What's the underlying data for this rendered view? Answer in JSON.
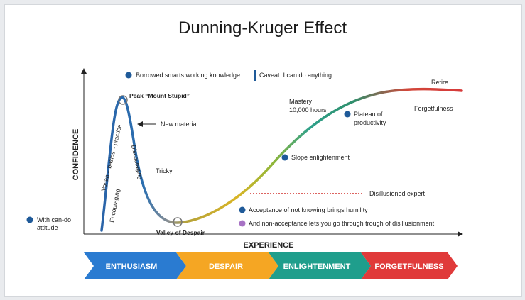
{
  "title": "Dunning-Kruger Effect",
  "axes": {
    "y_label": "CONFIDENCE",
    "x_label": "EXPERIENCE"
  },
  "legend": {
    "borrowed": "Borrowed smarts working knowledge",
    "caveat": "Caveat: I can do anything",
    "acceptance": "Acceptance of not knowing brings humility",
    "non_acceptance": "And non-acceptance lets you go through trough of disillusionment",
    "disillusioned": "Disillusioned expert",
    "can_do_line1": "With can-do",
    "can_do_line2": "attitude"
  },
  "annotations": {
    "peak": "Peak “Mount Stupid”",
    "new_material": "New material",
    "vocab": "Vocab – basics – practice",
    "encouraging": "Encouraging",
    "discouraging": "Discouraging",
    "tricky": "Tricky",
    "valley": "Valley of Despair",
    "mastery_line1": "Mastery",
    "mastery_line2": "10,000 hours",
    "plateau_line1": "Plateau of",
    "plateau_line2": "productivity",
    "slope": "Slope enlightenment",
    "retire": "Retire",
    "forgetfulness": "Forgetfulness"
  },
  "phases": [
    "ENTHUSIASM",
    "DESPAIR",
    "ENLIGHTENMENT",
    "FORGETFULNESS"
  ],
  "colors": {
    "enthusiasm": "#2a7bd1",
    "despair": "#f5a623",
    "enlightenment": "#1f9e8c",
    "forgetfulness": "#e03a3a",
    "dot_blue": "#1f5a99",
    "dot_purple": "#a772c4",
    "dashed_red": "#d0312d"
  }
}
